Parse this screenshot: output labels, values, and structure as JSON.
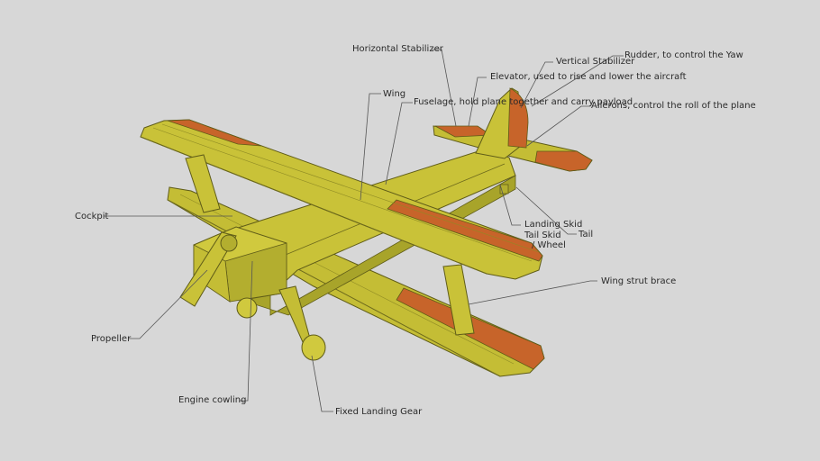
{
  "labels": {
    "horizontal_stabilizer": "Horizontal Stabilizer",
    "rudder": "Rudder, to control the Yaw",
    "vertical_stabilizer": "Vertical Stabilizer",
    "elevator": "Elevator, used to rise and lower the aircraft",
    "wing": "Wing",
    "fuselage": "Fuselage, hold plane together and carry payload",
    "ailerons": "Ailerons, control the roll of the plane",
    "cockpit": "Cockpit",
    "landing_skid": "Landing Skid",
    "tail_skid": "Tail Skid",
    "tail_wheel": "/ Wheel",
    "tail": "Tail",
    "wing_strut_brace": "Wing strut brace",
    "propeller": "Propeller",
    "engine_cowling": "Engine cowling",
    "fixed_landing_gear": "Fixed Landing Gear"
  },
  "colors": {
    "background": "#d7d7d7",
    "wood": "#c9c238",
    "wood_dark": "#a8a42a",
    "wood_shadow": "#8d8a22",
    "aileron": "#c7642a",
    "leader_line": "#555555"
  }
}
